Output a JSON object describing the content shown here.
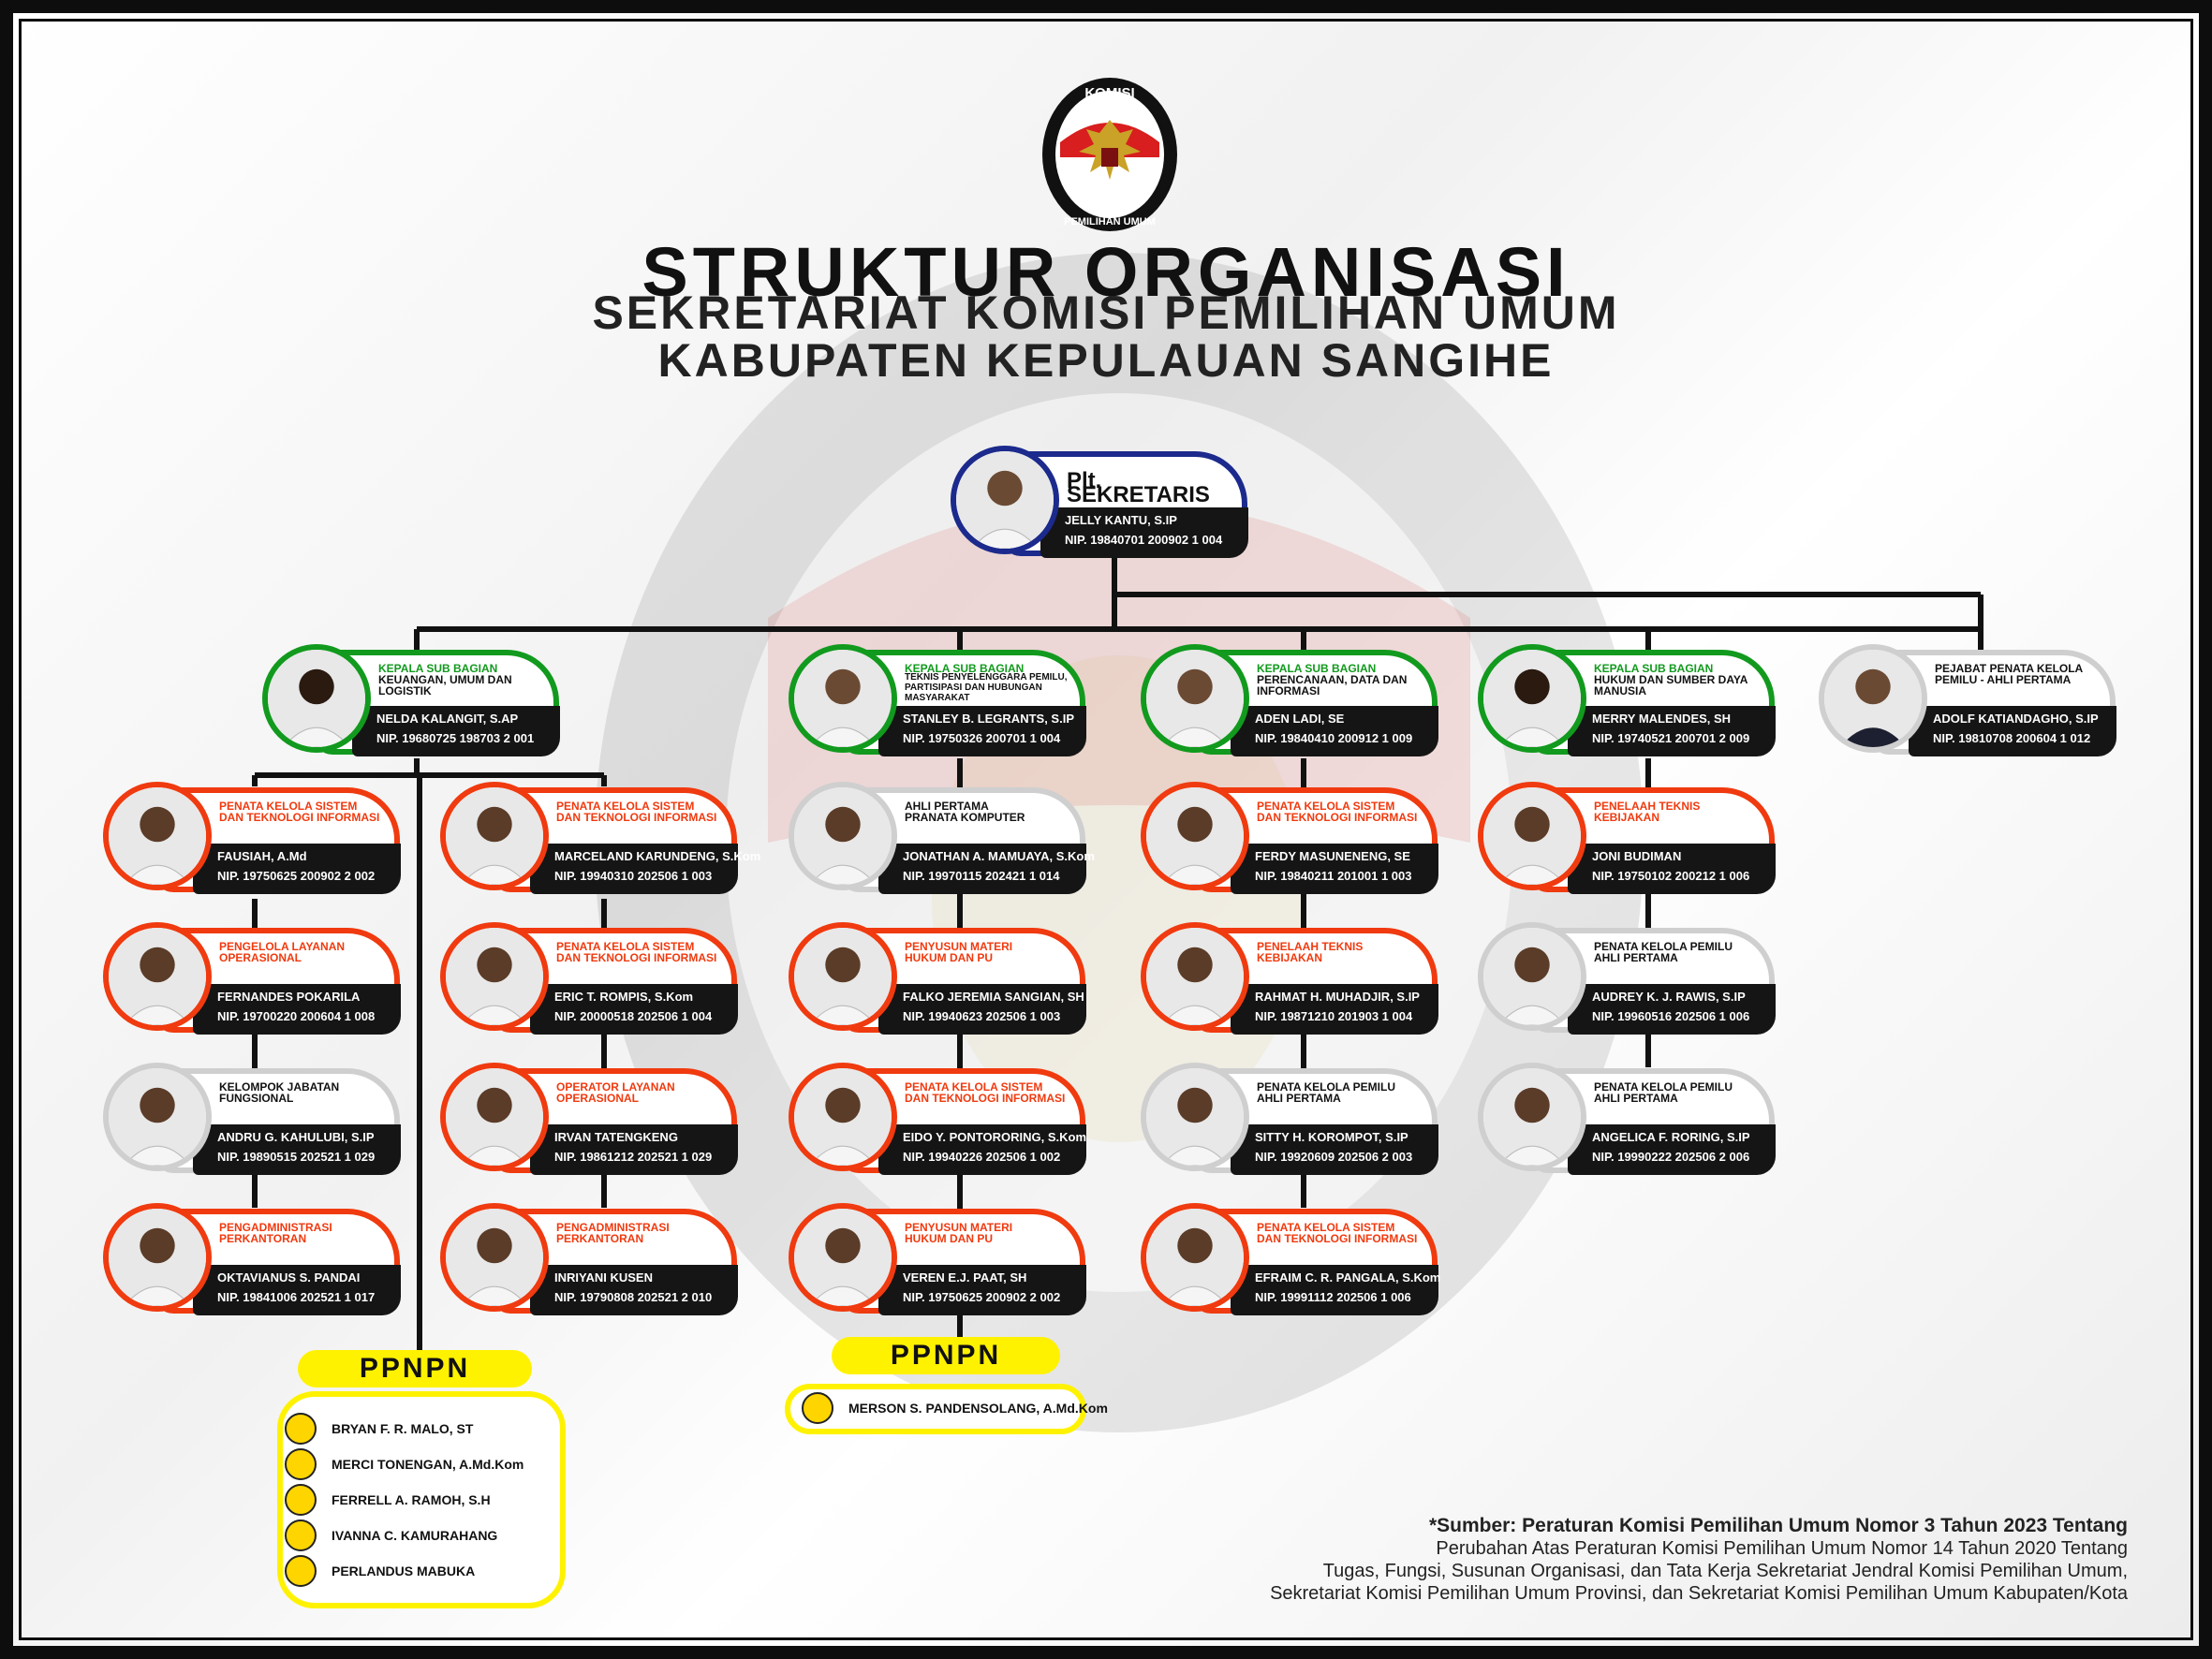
{
  "header": {
    "title": "STRUKTUR ORGANISASI",
    "subtitle1": "SEKRETARIAT KOMISI PEMILIHAN UMUM",
    "subtitle2": "KABUPATEN KEPULAUAN SANGIHE",
    "logo_top": "KOMISI",
    "logo_bottom": "PEMILIHAN UMUM"
  },
  "colors": {
    "orange": "#f03a0f",
    "green": "#129a1e",
    "navy": "#1b2a8c",
    "yellow": "#fff200",
    "dark": "#151515"
  },
  "sekretaris": {
    "role": "Plt. SEKRETARIS",
    "name": "JELLY KANTU, S.IP",
    "nip": "NIP. 19840701 200902 1 004"
  },
  "kepala": [
    {
      "role1": "KEPALA SUB BAGIAN",
      "role2": "KEUANGAN, UMUM DAN LOGISTIK",
      "name": "NELDA KALANGIT, S.AP",
      "nip": "NIP. 19680725 198703 2 001"
    },
    {
      "role1": "KEPALA SUB BAGIAN",
      "role2": "TEKNIS PENYELENGGARA PEMILU, PARTISIPASI DAN HUBUNGAN MASYARAKAT",
      "name": "STANLEY B. LEGRANTS, S.IP",
      "nip": "NIP. 19750326 200701 1 004"
    },
    {
      "role1": "KEPALA SUB BAGIAN",
      "role2": "PERENCANAAN, DATA DAN INFORMASI",
      "name": "ADEN LADI, SE",
      "nip": "NIP. 19840410 200912 1 009"
    },
    {
      "role1": "KEPALA SUB BAGIAN",
      "role2": "HUKUM DAN SUMBER DAYA MANUSIA",
      "name": "MERRY MALENDES, SH",
      "nip": "NIP. 19740521 200701 2 009"
    }
  ],
  "pejabat": {
    "role1": "PEJABAT PENATA KELOLA",
    "role2": "PEMILU - AHLI PERTAMA",
    "name": "ADOLF KATIANDAGHO, S.IP",
    "nip": "NIP. 19810708 200604 1 012"
  },
  "col1": [
    {
      "role1": "PENATA KELOLA SISTEM",
      "role2": "DAN TEKNOLOGI INFORMASI",
      "name": "FAUSIAH, A.Md",
      "nip": "NIP. 19750625 200902 2 002"
    },
    {
      "role1": "PENGELOLA LAYANAN",
      "role2": "OPERASIONAL",
      "name": "FERNANDES POKARILA",
      "nip": "NIP. 19700220 200604 1 008"
    },
    {
      "role1": "KELOMPOK JABATAN",
      "role2": "FUNGSIONAL",
      "name": "ANDRU G. KAHULUBI, S.IP",
      "nip": "NIP. 19890515 202521 1 029"
    },
    {
      "role1": "PENGADMINISTRASI",
      "role2": "PERKANTORAN",
      "name": "OKTAVIANUS S. PANDAI",
      "nip": "NIP. 19841006 202521 1 017"
    }
  ],
  "col2": [
    {
      "role1": "PENATA KELOLA SISTEM",
      "role2": "DAN TEKNOLOGI INFORMASI",
      "name": "MARCELAND KARUNDENG, S.Kom",
      "nip": "NIP. 19940310 202506 1 003"
    },
    {
      "role1": "PENATA KELOLA SISTEM",
      "role2": "DAN TEKNOLOGI INFORMASI",
      "name": "ERIC T. ROMPIS, S.Kom",
      "nip": "NIP. 20000518 202506 1 004"
    },
    {
      "role1": "OPERATOR LAYANAN",
      "role2": "OPERASIONAL",
      "name": "IRVAN TATENGKENG",
      "nip": "NIP. 19861212 202521 1 029"
    },
    {
      "role1": "PENGADMINISTRASI",
      "role2": "PERKANTORAN",
      "name": "INRIYANI KUSEN",
      "nip": "NIP. 19790808 202521 2 010"
    }
  ],
  "col3": [
    {
      "role1": "AHLI PERTAMA",
      "role2": "PRANATA KOMPUTER",
      "name": "JONATHAN A. MAMUAYA, S.Kom",
      "nip": "NIP. 19970115 202421 1 014"
    },
    {
      "role1": "PENYUSUN MATERI",
      "role2": "HUKUM DAN PU",
      "name": "FALKO JEREMIA SANGIAN, SH",
      "nip": "NIP. 19940623 202506 1 003"
    },
    {
      "role1": "PENATA KELOLA SISTEM",
      "role2": "DAN TEKNOLOGI INFORMASI",
      "name": "EIDO Y. PONTORORING, S.Kom",
      "nip": "NIP. 19940226 202506 1 002"
    },
    {
      "role1": "PENYUSUN MATERI",
      "role2": "HUKUM DAN PU",
      "name": "VEREN E.J. PAAT, SH",
      "nip": "NIP. 19750625 200902 2 002"
    }
  ],
  "col4": [
    {
      "role1": "PENATA KELOLA SISTEM",
      "role2": "DAN TEKNOLOGI INFORMASI",
      "name": "FERDY MASUNENENG, SE",
      "nip": "NIP. 19840211 201001 1 003"
    },
    {
      "role1": "PENELAAH TEKNIS",
      "role2": "KEBIJAKAN",
      "name": "RAHMAT H. MUHADJIR, S.IP",
      "nip": "NIP. 19871210 201903 1 004"
    },
    {
      "role1": "PENATA KELOLA PEMILU",
      "role2": "AHLI PERTAMA",
      "name": "SITTY H. KOROMPOT, S.IP",
      "nip": "NIP. 19920609 202506 2 003"
    },
    {
      "role1": "PENATA KELOLA SISTEM",
      "role2": "DAN TEKNOLOGI INFORMASI",
      "name": "EFRAIM C. R. PANGALA, S.Kom",
      "nip": "NIP. 19991112 202506 1 006"
    }
  ],
  "col5": [
    {
      "role1": "PENELAAH TEKNIS",
      "role2": "KEBIJAKAN",
      "name": "JONI BUDIMAN",
      "nip": "NIP. 19750102 200212 1 006"
    },
    {
      "role1": "PENATA KELOLA PEMILU",
      "role2": "AHLI PERTAMA",
      "name": "AUDREY K. J. RAWIS, S.IP",
      "nip": "NIP. 19960516 202506 1 006"
    },
    {
      "role1": "PENATA KELOLA PEMILU",
      "role2": "AHLI PERTAMA",
      "name": "ANGELICA F. RORING, S.IP",
      "nip": "NIP. 19990222 202506 2 006"
    }
  ],
  "ppnpn1": {
    "label": "PPNPN",
    "members": [
      "BRYAN F. R. MALO, ST",
      "MERCI TONENGAN, A.Md.Kom",
      "FERRELL A. RAMOH, S.H",
      "IVANNA C. KAMURAHANG",
      "PERLANDUS MABUKA"
    ]
  },
  "ppnpn2": {
    "label": "PPNPN",
    "members": [
      "MERSON S. PANDENSOLANG, A.Md.Kom"
    ]
  },
  "source": {
    "line1": "*Sumber: Peraturan Komisi Pemilihan Umum Nomor 3 Tahun 2023 Tentang",
    "line2": "Perubahan Atas Peraturan Komisi Pemilihan Umum Nomor 14 Tahun 2020 Tentang",
    "line3": "Tugas, Fungsi, Susunan Organisasi, dan Tata Kerja Sekretariat Jendral Komisi Pemilihan Umum,",
    "line4": "Sekretariat Komisi Pemilihan Umum Provinsi, dan Sekretariat Komisi Pemilihan Umum Kabupaten/Kota"
  }
}
